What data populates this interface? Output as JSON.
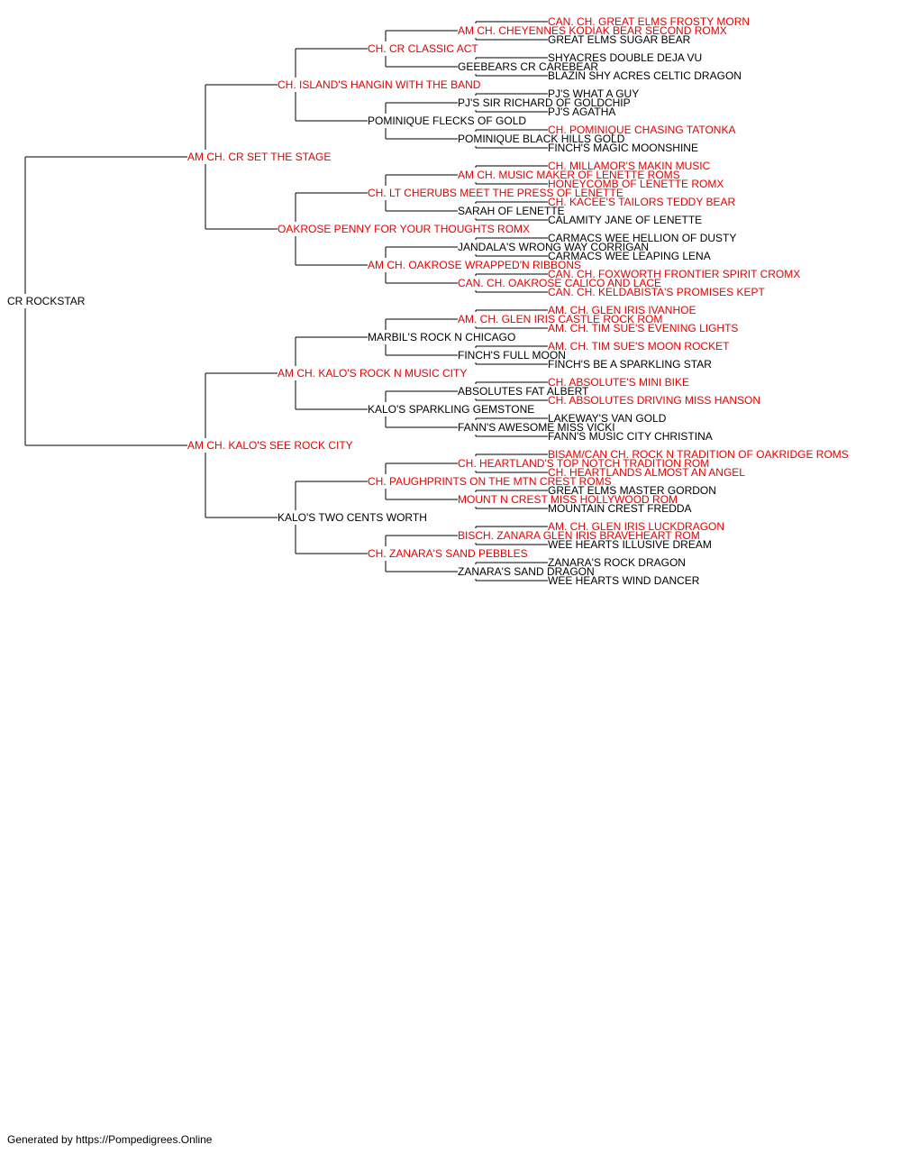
{
  "colors": {
    "champion": "#e60000",
    "normal": "#000000",
    "connector": "#000000"
  },
  "pedigree": {
    "name": "CR ROCKSTAR",
    "champion": false,
    "sire": {
      "name": "AM CH. CR SET THE STAGE",
      "champion": true,
      "sire": {
        "name": "CH. ISLAND'S HANGIN WITH THE BAND",
        "champion": true,
        "sire": {
          "name": "CH. CR CLASSIC ACT",
          "champion": true,
          "sire": {
            "name": "AM CH. CHEYENNES KODIAK BEAR SECOND ROMX",
            "champion": true,
            "sire": {
              "name": "CAN. CH. GREAT ELMS FROSTY MORN",
              "champion": true
            },
            "dam": {
              "name": "GREAT ELMS SUGAR BEAR",
              "champion": false
            }
          },
          "dam": {
            "name": "GEEBEARS CR CAREBEAR",
            "champion": false,
            "sire": {
              "name": "SHYACRES DOUBLE DEJA VU",
              "champion": false
            },
            "dam": {
              "name": "BLAZIN SHY ACRES CELTIC DRAGON",
              "champion": false
            }
          }
        },
        "dam": {
          "name": "POMINIQUE FLECKS OF GOLD",
          "champion": false,
          "sire": {
            "name": "PJ'S SIR RICHARD OF GOLDCHIP",
            "champion": false,
            "sire": {
              "name": "PJ'S WHAT A GUY",
              "champion": false
            },
            "dam": {
              "name": "PJ'S AGATHA",
              "champion": false
            }
          },
          "dam": {
            "name": "POMINIQUE BLACK HILLS GOLD",
            "champion": false,
            "sire": {
              "name": "CH. POMINIQUE CHASING TATONKA",
              "champion": true
            },
            "dam": {
              "name": "FINCH'S MAGIC MOONSHINE",
              "champion": false
            }
          }
        }
      },
      "dam": {
        "name": "OAKROSE PENNY FOR YOUR THOUGHTS ROMX",
        "champion": true,
        "sire": {
          "name": "CH. LT CHERUBS MEET THE PRESS OF LENETTE",
          "champion": true,
          "sire": {
            "name": "AM CH. MUSIC MAKER OF LENETTE ROMS",
            "champion": true,
            "sire": {
              "name": "CH. MILLAMOR'S MAKIN MUSIC",
              "champion": true
            },
            "dam": {
              "name": "HONEYCOMB OF LENETTE ROMX",
              "champion": true
            }
          },
          "dam": {
            "name": "SARAH OF LENETTE",
            "champion": false,
            "sire": {
              "name": "CH. KACEE'S TAILORS TEDDY BEAR",
              "champion": true
            },
            "dam": {
              "name": "CALAMITY JANE OF LENETTE",
              "champion": false
            }
          }
        },
        "dam": {
          "name": "AM CH. OAKROSE WRAPPED'N RIBBONS",
          "champion": true,
          "sire": {
            "name": "JANDALA'S WRONG WAY CORRIGAN",
            "champion": false,
            "sire": {
              "name": "CARMACS WEE HELLION OF DUSTY",
              "champion": false
            },
            "dam": {
              "name": "CARMACS WEE LEAPING LENA",
              "champion": false
            }
          },
          "dam": {
            "name": "CAN. CH. OAKROSE CALICO AND LACE",
            "champion": true,
            "sire": {
              "name": "CAN. CH. FOXWORTH FRONTIER SPIRIT CROMX",
              "champion": true
            },
            "dam": {
              "name": "CAN. CH. KELDABISTA'S PROMISES KEPT",
              "champion": true
            }
          }
        }
      }
    },
    "dam": {
      "name": "AM CH. KALO'S SEE ROCK CITY",
      "champion": true,
      "sire": {
        "name": "AM CH. KALO'S ROCK N MUSIC CITY",
        "champion": true,
        "sire": {
          "name": "MARBIL'S ROCK N CHICAGO",
          "champion": false,
          "sire": {
            "name": "AM. CH. GLEN IRIS CASTLE ROCK ROM",
            "champion": true,
            "sire": {
              "name": "AM. CH. GLEN IRIS IVANHOE",
              "champion": true
            },
            "dam": {
              "name": "AM. CH. TIM SUE'S EVENING LIGHTS",
              "champion": true
            }
          },
          "dam": {
            "name": "FINCH'S FULL MOON",
            "champion": false,
            "sire": {
              "name": "AM. CH. TIM SUE'S MOON ROCKET",
              "champion": true
            },
            "dam": {
              "name": "FINCH'S BE A SPARKLING STAR",
              "champion": false
            }
          }
        },
        "dam": {
          "name": "KALO'S SPARKLING GEMSTONE",
          "champion": false,
          "sire": {
            "name": "ABSOLUTES FAT ALBERT",
            "champion": false,
            "sire": {
              "name": "CH. ABSOLUTE'S MINI BIKE",
              "champion": true
            },
            "dam": {
              "name": "CH. ABSOLUTES DRIVING MISS HANSON",
              "champion": true
            }
          },
          "dam": {
            "name": "FANN'S AWESOME MISS VICKI",
            "champion": false,
            "sire": {
              "name": "LAKEWAY'S VAN GOLD",
              "champion": false
            },
            "dam": {
              "name": "FANN'S MUSIC CITY CHRISTINA",
              "champion": false
            }
          }
        }
      },
      "dam": {
        "name": "KALO'S TWO CENTS WORTH",
        "champion": false,
        "sire": {
          "name": "CH. PAUGHPRINTS ON THE MTN CREST ROMS",
          "champion": true,
          "sire": {
            "name": "CH. HEARTLAND'S TOP NOTCH TRADITION ROM",
            "champion": true,
            "sire": {
              "name": "BISAM/CAN CH. ROCK N TRADITION OF OAKRIDGE ROMS",
              "champion": true
            },
            "dam": {
              "name": "CH. HEARTLANDS ALMOST AN ANGEL",
              "champion": true
            }
          },
          "dam": {
            "name": "MOUNT N CREST MISS HOLLYWOOD ROM",
            "champion": true,
            "sire": {
              "name": "GREAT ELMS MASTER GORDON",
              "champion": false
            },
            "dam": {
              "name": "MOUNTAIN CREST FREDDA",
              "champion": false
            }
          }
        },
        "dam": {
          "name": "CH. ZANARA'S SAND PEBBLES",
          "champion": true,
          "sire": {
            "name": "BISCH. ZANARA GLEN IRIS BRAVEHEART ROM",
            "champion": true,
            "sire": {
              "name": "AM. CH. GLEN IRIS LUCKDRAGON",
              "champion": true
            },
            "dam": {
              "name": "WEE HEARTS ILLUSIVE DREAM",
              "champion": false
            }
          },
          "dam": {
            "name": "ZANARA'S SAND DRAGON",
            "champion": false,
            "sire": {
              "name": "ZANARA'S ROCK DRAGON",
              "champion": false
            },
            "dam": {
              "name": "WEE HEARTS WIND DANCER",
              "champion": false
            }
          }
        }
      }
    }
  },
  "footer": "Generated by https://Pompedigrees.Online"
}
